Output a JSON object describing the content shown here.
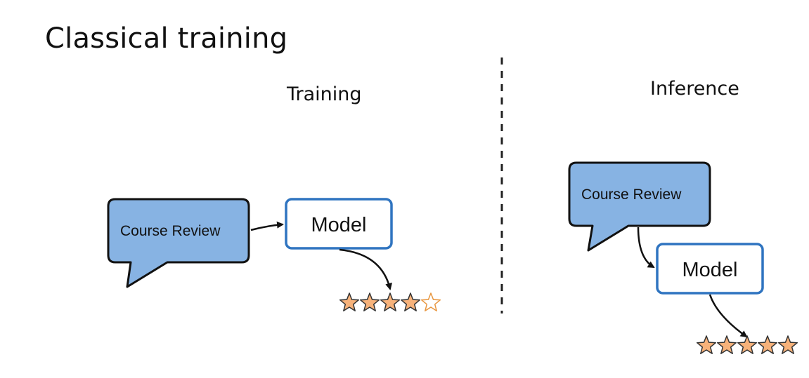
{
  "title": "Classical training",
  "colors": {
    "bubble_fill": "#87B3E3",
    "model_border": "#2F74C0",
    "star_fill": "#F7B27A",
    "star_outline": "#E8963F",
    "divider": "#222222"
  },
  "training": {
    "label": "Training",
    "bubble_text": "Course Review",
    "model_text": "Model",
    "rating": {
      "filled": 4,
      "total": 5
    }
  },
  "inference": {
    "label": "Inference",
    "bubble_text": "Course Review",
    "model_text": "Model",
    "rating": {
      "filled": 5,
      "total": 5
    }
  }
}
